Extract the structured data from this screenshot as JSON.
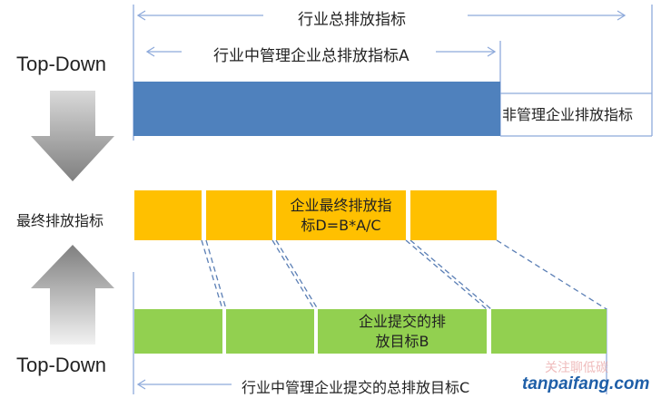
{
  "left": {
    "top_label": "Top-Down",
    "middle_label": "最终排放指标",
    "bottom_label": "Top-Down"
  },
  "top": {
    "total_label": "行业总排放指标",
    "managed_label": "行业中管理企业总排放指标A",
    "unmanaged_label": "非管理企业排放指标"
  },
  "orange": {
    "final_label": "企业最终排放指标D=B*A/C"
  },
  "green": {
    "submitted_label": "企业提交的排放目标B",
    "total_label": "行业中管理企业提交的总排放目标C"
  },
  "watermark": {
    "text": "tanpaifang.com",
    "cn": "关注聊低碳"
  },
  "colors": {
    "blue": "#4f81bd",
    "orange": "#ffc000",
    "green": "#92d050",
    "line": "#8eaadb"
  }
}
